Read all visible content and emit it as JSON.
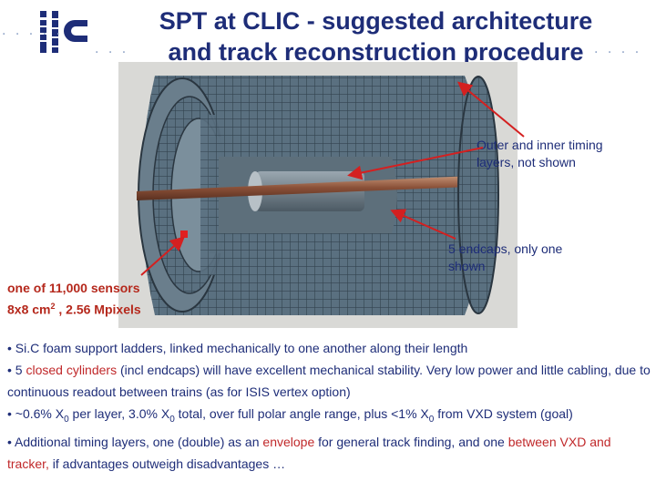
{
  "title": {
    "line1": "SPT at CLIC - suggested architecture",
    "line2": "and track reconstruction procedure"
  },
  "logo_text": "ilc",
  "decor": {
    "dots_left": "· · · · ·",
    "dots_mid": "· · ·",
    "dots_right": "· · · ·"
  },
  "figure": {
    "description_icon": "cylindrical-tracker-image"
  },
  "annotations": {
    "timing_line1": "Outer and inner timing",
    "timing_line2": "layers, not shown",
    "endcaps_line1": "5 endcaps, only one",
    "endcaps_line2": "shown",
    "sensor_line1": "one of 11,000 sensors",
    "sensor_line2a": "8x8 cm",
    "sensor_sup": "2",
    "sensor_line2b": " , 2.56 Mpixels"
  },
  "bullets": {
    "b1": "•  Si.C foam support ladders, linked mechanically to one another along their length",
    "b2_pre": "•  5 ",
    "b2_red": "closed cylinders",
    "b2_post": " (incl endcaps) will have excellent mechanical stability.  Very low power and little cabling, due to continuous readout between trains (as for ISIS vertex option)",
    "b3_a": "•  ~0.6% X",
    "b3_sub1": "0",
    "b3_b": " per layer, 3.0% X",
    "b3_sub2": "0",
    "b3_c": " total, over full polar angle range, plus <1% X",
    "b3_sub3": "0",
    "b3_d": " from VXD system (goal)",
    "b4_pre": "•   Additional timing layers, one (double) as an ",
    "b4_red1": "envelope",
    "b4_mid": " for general track finding, and one ",
    "b4_red2": "between VXD and tracker,",
    "b4_post": " if advantages outweigh disadvantages …"
  },
  "colors": {
    "title": "#1e2d78",
    "accent_red": "#c0282a",
    "arrow": "#d42020",
    "ladder": "#4a5f6e",
    "tube": "#a0634a"
  }
}
